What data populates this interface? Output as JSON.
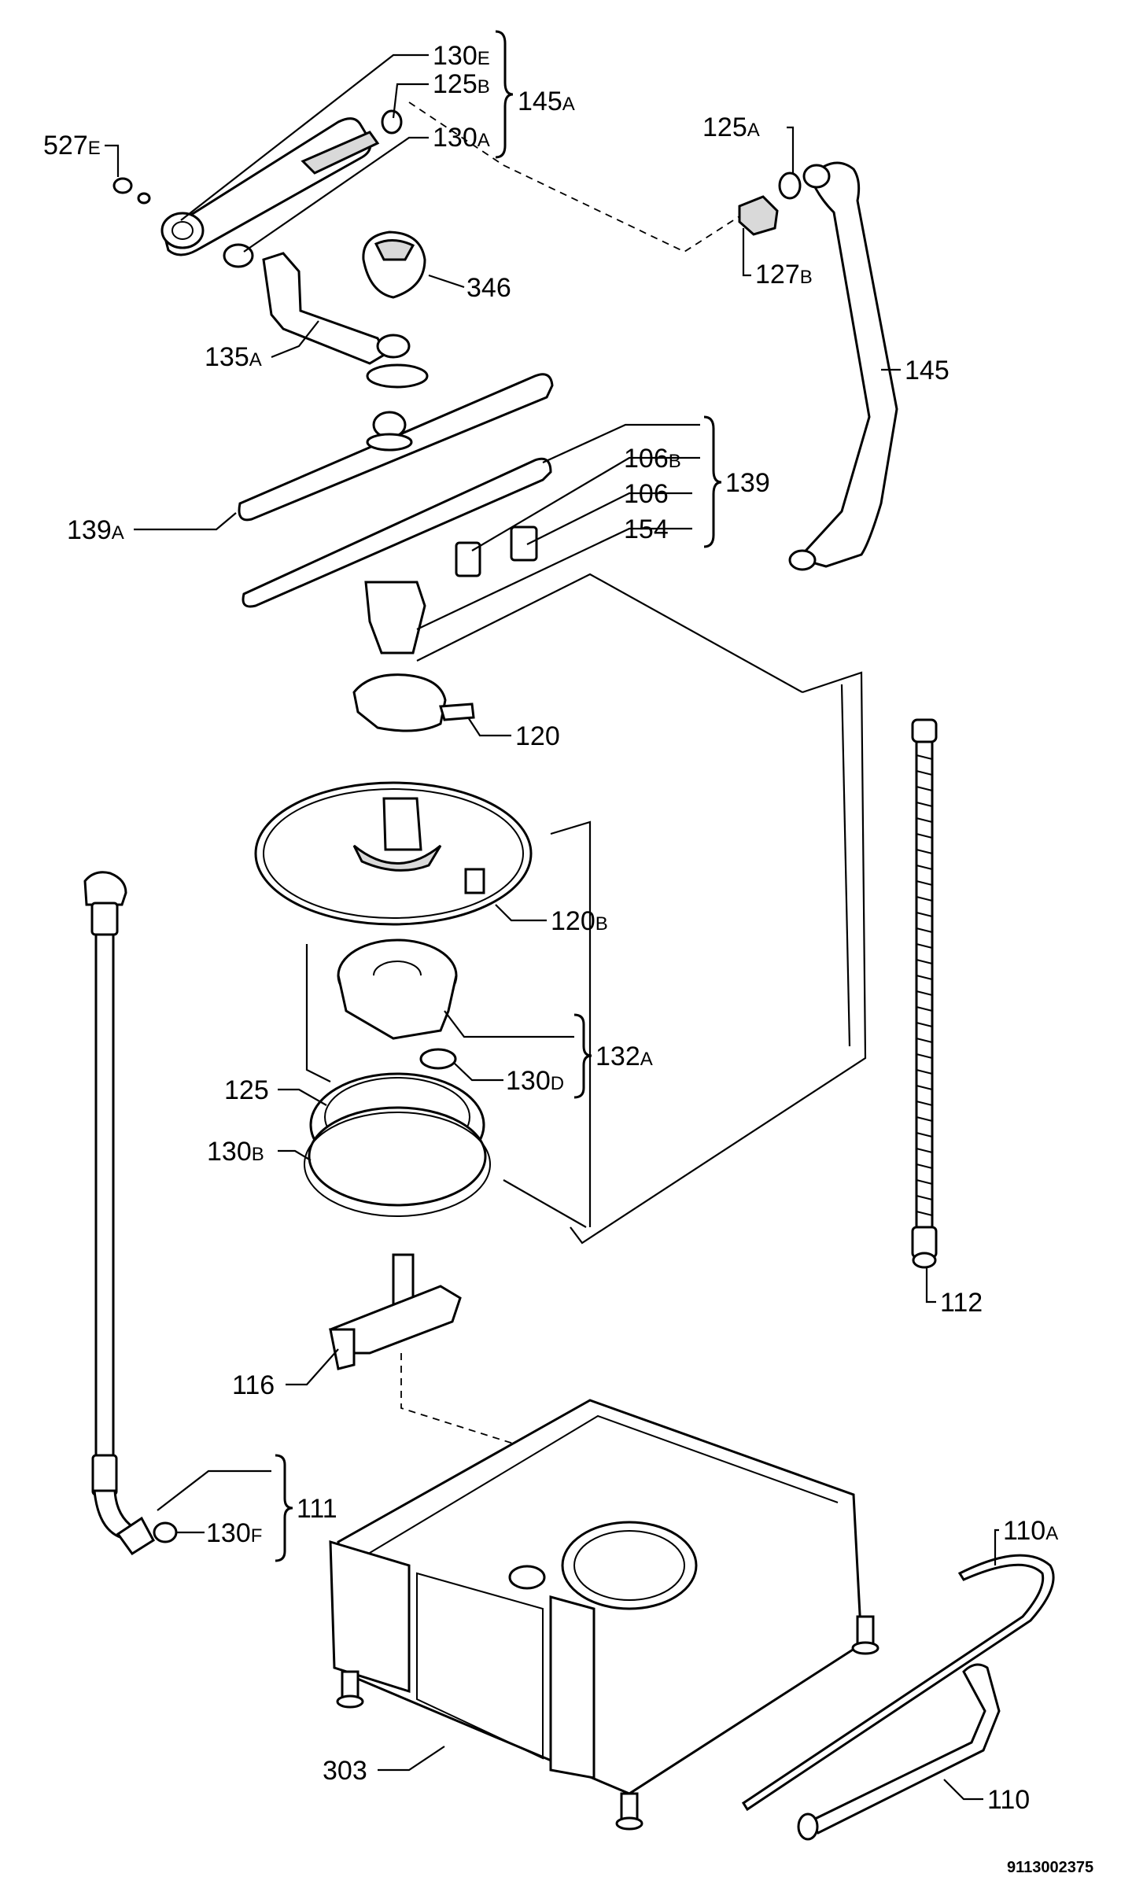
{
  "labels": {
    "l_130e": {
      "main": "130",
      "sub": "E"
    },
    "l_125b": {
      "main": "125",
      "sub": "B"
    },
    "l_130a": {
      "main": "130",
      "sub": "A"
    },
    "l_145a": {
      "main": "145",
      "sub": "A"
    },
    "l_527e": {
      "main": "527",
      "sub": "E"
    },
    "l_125a": {
      "main": "125",
      "sub": "A"
    },
    "l_127b": {
      "main": "127",
      "sub": "B"
    },
    "l_346": {
      "main": "346",
      "sub": ""
    },
    "l_135a": {
      "main": "135",
      "sub": "A"
    },
    "l_145": {
      "main": "145",
      "sub": ""
    },
    "l_106b": {
      "main": "106",
      "sub": "B"
    },
    "l_106": {
      "main": "106",
      "sub": ""
    },
    "l_154": {
      "main": "154",
      "sub": ""
    },
    "l_139": {
      "main": "139",
      "sub": ""
    },
    "l_139a": {
      "main": "139",
      "sub": "A"
    },
    "l_120": {
      "main": "120",
      "sub": ""
    },
    "l_120b": {
      "main": "120",
      "sub": "B"
    },
    "l_132a": {
      "main": "132",
      "sub": "A"
    },
    "l_130d": {
      "main": "130",
      "sub": "D"
    },
    "l_125": {
      "main": "125",
      "sub": ""
    },
    "l_130b": {
      "main": "130",
      "sub": "B"
    },
    "l_112": {
      "main": "112",
      "sub": ""
    },
    "l_116": {
      "main": "116",
      "sub": ""
    },
    "l_111": {
      "main": "111",
      "sub": ""
    },
    "l_130f": {
      "main": "130",
      "sub": "F"
    },
    "l_110a": {
      "main": "110",
      "sub": "A"
    },
    "l_303": {
      "main": "303",
      "sub": ""
    },
    "l_110": {
      "main": "110",
      "sub": ""
    }
  },
  "drawing_code": "9113002375"
}
